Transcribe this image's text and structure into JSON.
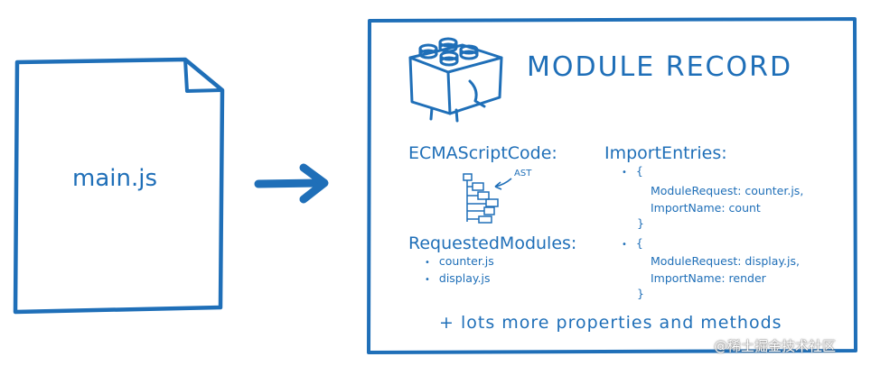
{
  "file": {
    "name": "main.js"
  },
  "record": {
    "title": "MODULE RECORD",
    "ecma_label": "ECMAScriptCode:",
    "ast_label": "AST",
    "requested_label": "RequestedModules:",
    "requested_items": [
      "counter.js",
      "display.js"
    ],
    "import_label": "ImportEntries:",
    "imports": [
      {
        "open": "{",
        "line1": "ModuleRequest: counter.js,",
        "line2": "ImportName: count",
        "close": "}"
      },
      {
        "open": "{",
        "line1": "ModuleRequest: display.js,",
        "line2": "ImportName: render",
        "close": "}"
      }
    ],
    "footer": "+ lots more properties and methods"
  },
  "watermark": "@稀土掘金技术社区",
  "colors": {
    "ink": "#1f6fb8",
    "background": "#ffffff"
  }
}
